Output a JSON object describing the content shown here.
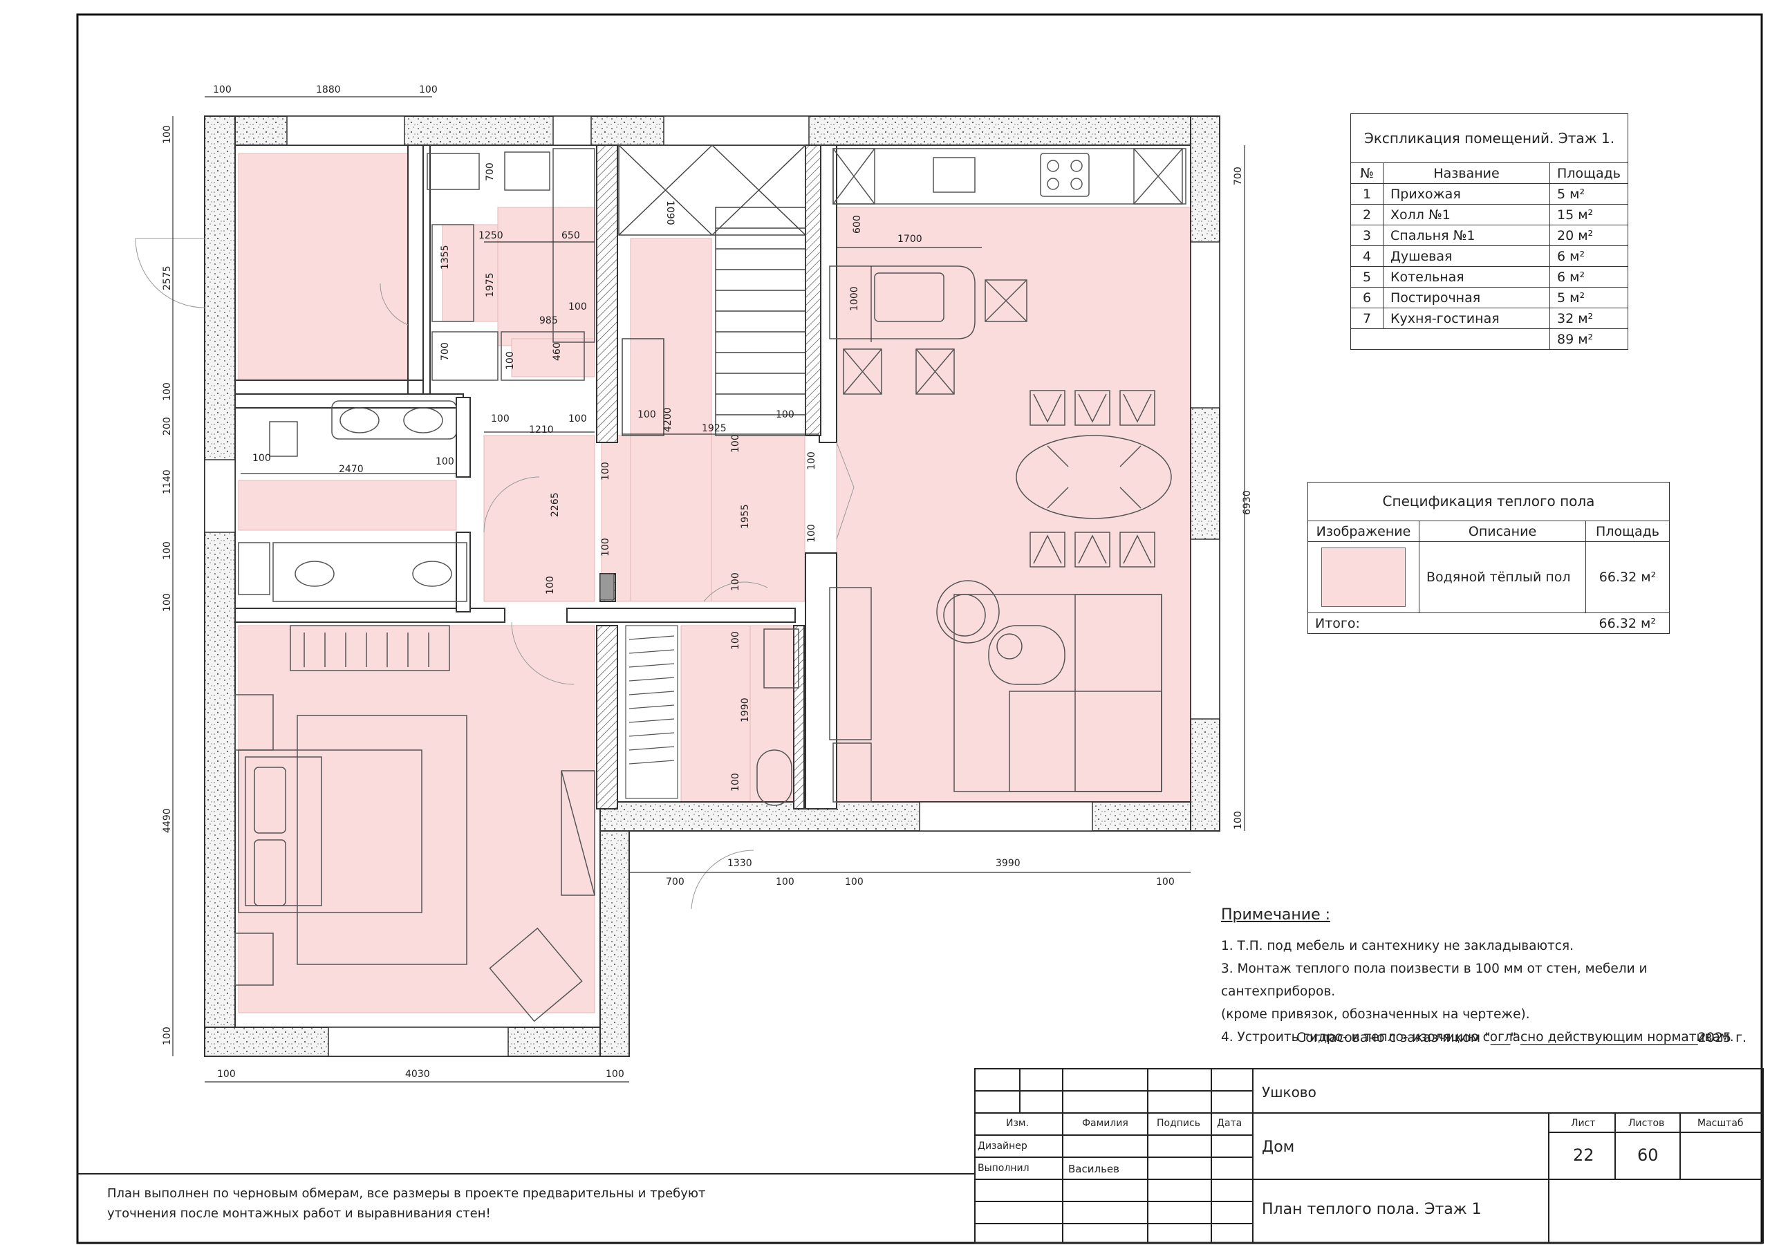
{
  "dims": {
    "d1": "100",
    "d2": "1880",
    "d3": "100",
    "left_100a": "100",
    "left_2575": "2575",
    "left_100b": "100",
    "left_200": "200",
    "left_1140": "1140",
    "left_100c": "100",
    "left_100d": "100",
    "left_4490": "4490",
    "left_100e": "100",
    "bot_100a": "100",
    "bot_4030": "4030",
    "bot_100b": "100",
    "c_700": "700",
    "c_1250": "1250",
    "c_650": "650",
    "c_1355": "1355",
    "c_1975": "1975",
    "c_985": "985",
    "c_100a": "100",
    "c_700b": "700",
    "c_100b": "100",
    "c_460": "460",
    "c_1090": "1090",
    "c_4200": "4200",
    "c_100c": "100",
    "c_1925": "1925",
    "c_100d": "100",
    "h_100a": "100",
    "h_1210": "1210",
    "h_100b": "100",
    "h_100e": "100",
    "h_2470": "2470",
    "h_100f": "100",
    "v_2265": "2265",
    "v_100g": "100",
    "v_100h": "100",
    "v_100i": "100",
    "v_100j": "100",
    "v_1955": "1955",
    "v_100k": "100",
    "v_100l": "100",
    "v_100m": "100",
    "v_100n": "100",
    "v_1990": "1990",
    "v_100o": "100",
    "s_700": "700",
    "s_1330": "1330",
    "s_100": "100",
    "k_600": "600",
    "k_1700": "1700",
    "k_1000": "1000",
    "r_700": "700",
    "r_6930": "6930",
    "r_100": "100",
    "b_100a": "100",
    "b_3990": "3990",
    "b_100b": "100"
  },
  "explication": {
    "title": "Экспликация  помещений. Этаж 1.",
    "headers": [
      "№",
      "Название",
      "Площадь"
    ],
    "rows": [
      {
        "n": "1",
        "name": "Прихожая",
        "area": "5 м²"
      },
      {
        "n": "2",
        "name": "Холл №1",
        "area": "15 м²"
      },
      {
        "n": "3",
        "name": "Спальня №1",
        "area": "20 м²"
      },
      {
        "n": "4",
        "name": "Душевая",
        "area": "6 м²"
      },
      {
        "n": "5",
        "name": "Котельная",
        "area": "6 м²"
      },
      {
        "n": "6",
        "name": "Постирочная",
        "area": "5 м²"
      },
      {
        "n": "7",
        "name": "Кухня-гостиная",
        "area": "32 м²"
      }
    ],
    "total": "89 м²"
  },
  "spec": {
    "title": "Спецификация теплого пола",
    "headers": [
      "Изображение",
      "Описание",
      "Площадь"
    ],
    "description": "Водяной тёплый пол",
    "area": "66.32 м²",
    "total_label": "Итого:",
    "total_area": "66.32 м²",
    "swatch_color": "#fadcdc"
  },
  "notes": {
    "heading": "Примечание :",
    "lines": [
      "1. Т.П. под мебель и сантехнику не закладываются.",
      "3. Монтаж теплого пола поизвести в 100 мм от стен, мебели и сантехприборов.",
      "(кроме привязок, обозначенных на чертеже).",
      "4. Устроить гидро- и тепло- изоляцию согласно действующим нормативам."
    ],
    "approval": "Согласовано с заказчиком \"___\" ___________________________2025 г."
  },
  "disclaimer": {
    "line1": "План выполнен по черновым обмерам, все размеры в проекте предварительны и требуют",
    "line2": "уточнения после монтажных работ и выравнивания стен!"
  },
  "title_block": {
    "place": "Ушково",
    "object": "Дом",
    "sheet_title": "План теплого пола. Этаж 1",
    "col_izm": "Изм.",
    "col_familiya": "Фамилия",
    "col_podpis": "Подпись",
    "col_data": "Дата",
    "role1": "Дизайнер",
    "role2": "Выполнил",
    "name2": "Васильев",
    "list_label": "Лист",
    "listov_label": "Листов",
    "masshtab_label": "Масштаб",
    "list": "22",
    "listov": "60",
    "masshtab": ""
  },
  "colors": {
    "heated_floor": "#fadcdc",
    "line": "#333333",
    "wall_fill": "#eeeeee"
  }
}
